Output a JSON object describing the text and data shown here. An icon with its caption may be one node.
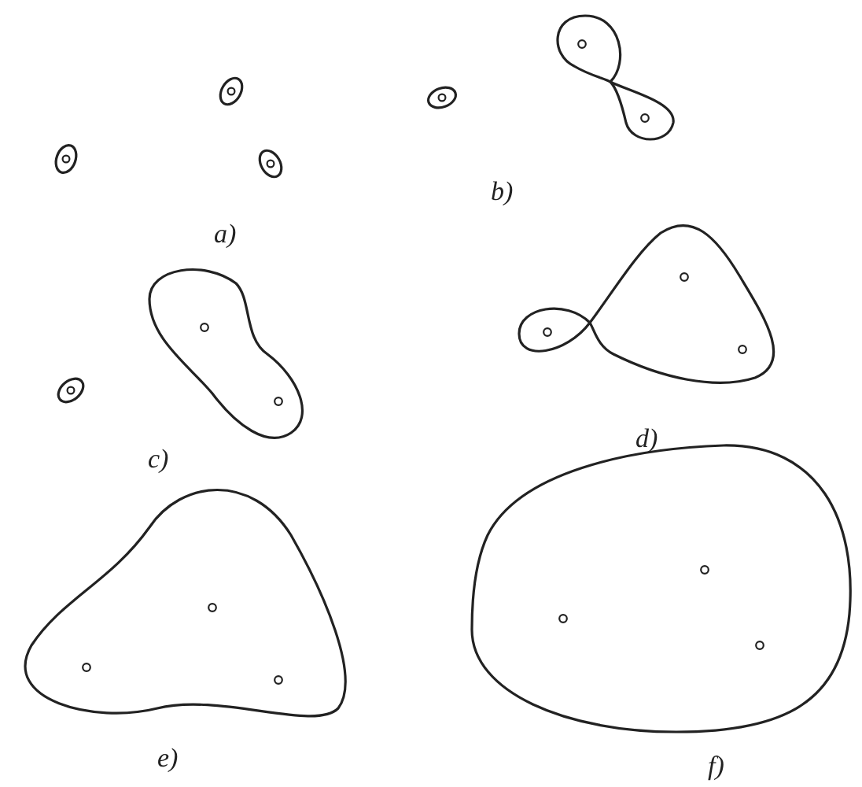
{
  "diagram": {
    "labels": [
      "a)",
      "b)",
      "c)",
      "d)",
      "e)",
      "f)"
    ]
  }
}
